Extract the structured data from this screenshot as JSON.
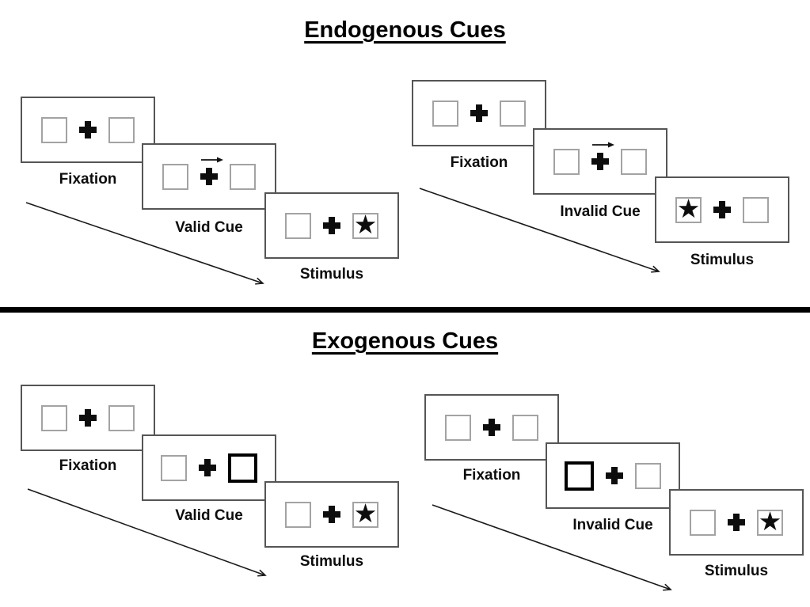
{
  "diagram": {
    "sections": [
      {
        "title": "Endogenous Cues",
        "trials": [
          {
            "name": "valid",
            "fixation_label": "Fixation",
            "cue_label": "Valid Cue",
            "stimulus_label": "Stimulus",
            "cue": "central arrow pointing right above fixation cross",
            "target": "star in right box"
          },
          {
            "name": "invalid",
            "fixation_label": "Fixation",
            "cue_label": "Invalid Cue",
            "stimulus_label": "Stimulus",
            "cue": "central arrow pointing right above fixation cross",
            "target": "star in left box"
          }
        ]
      },
      {
        "title": "Exogenous Cues",
        "trials": [
          {
            "name": "valid",
            "fixation_label": "Fixation",
            "cue_label": "Valid Cue",
            "stimulus_label": "Stimulus",
            "cue": "right box brightened (bold outline)",
            "target": "star in right box"
          },
          {
            "name": "invalid",
            "fixation_label": "Fixation",
            "cue_label": "Invalid Cue",
            "stimulus_label": "Stimulus",
            "cue": "left box brightened (bold outline)",
            "target": "star in right box"
          }
        ]
      }
    ],
    "icons": {
      "star": "★"
    },
    "colors": {
      "ink": "#000000",
      "panel_border": "#555555",
      "box_border": "#a3a3a3"
    }
  }
}
